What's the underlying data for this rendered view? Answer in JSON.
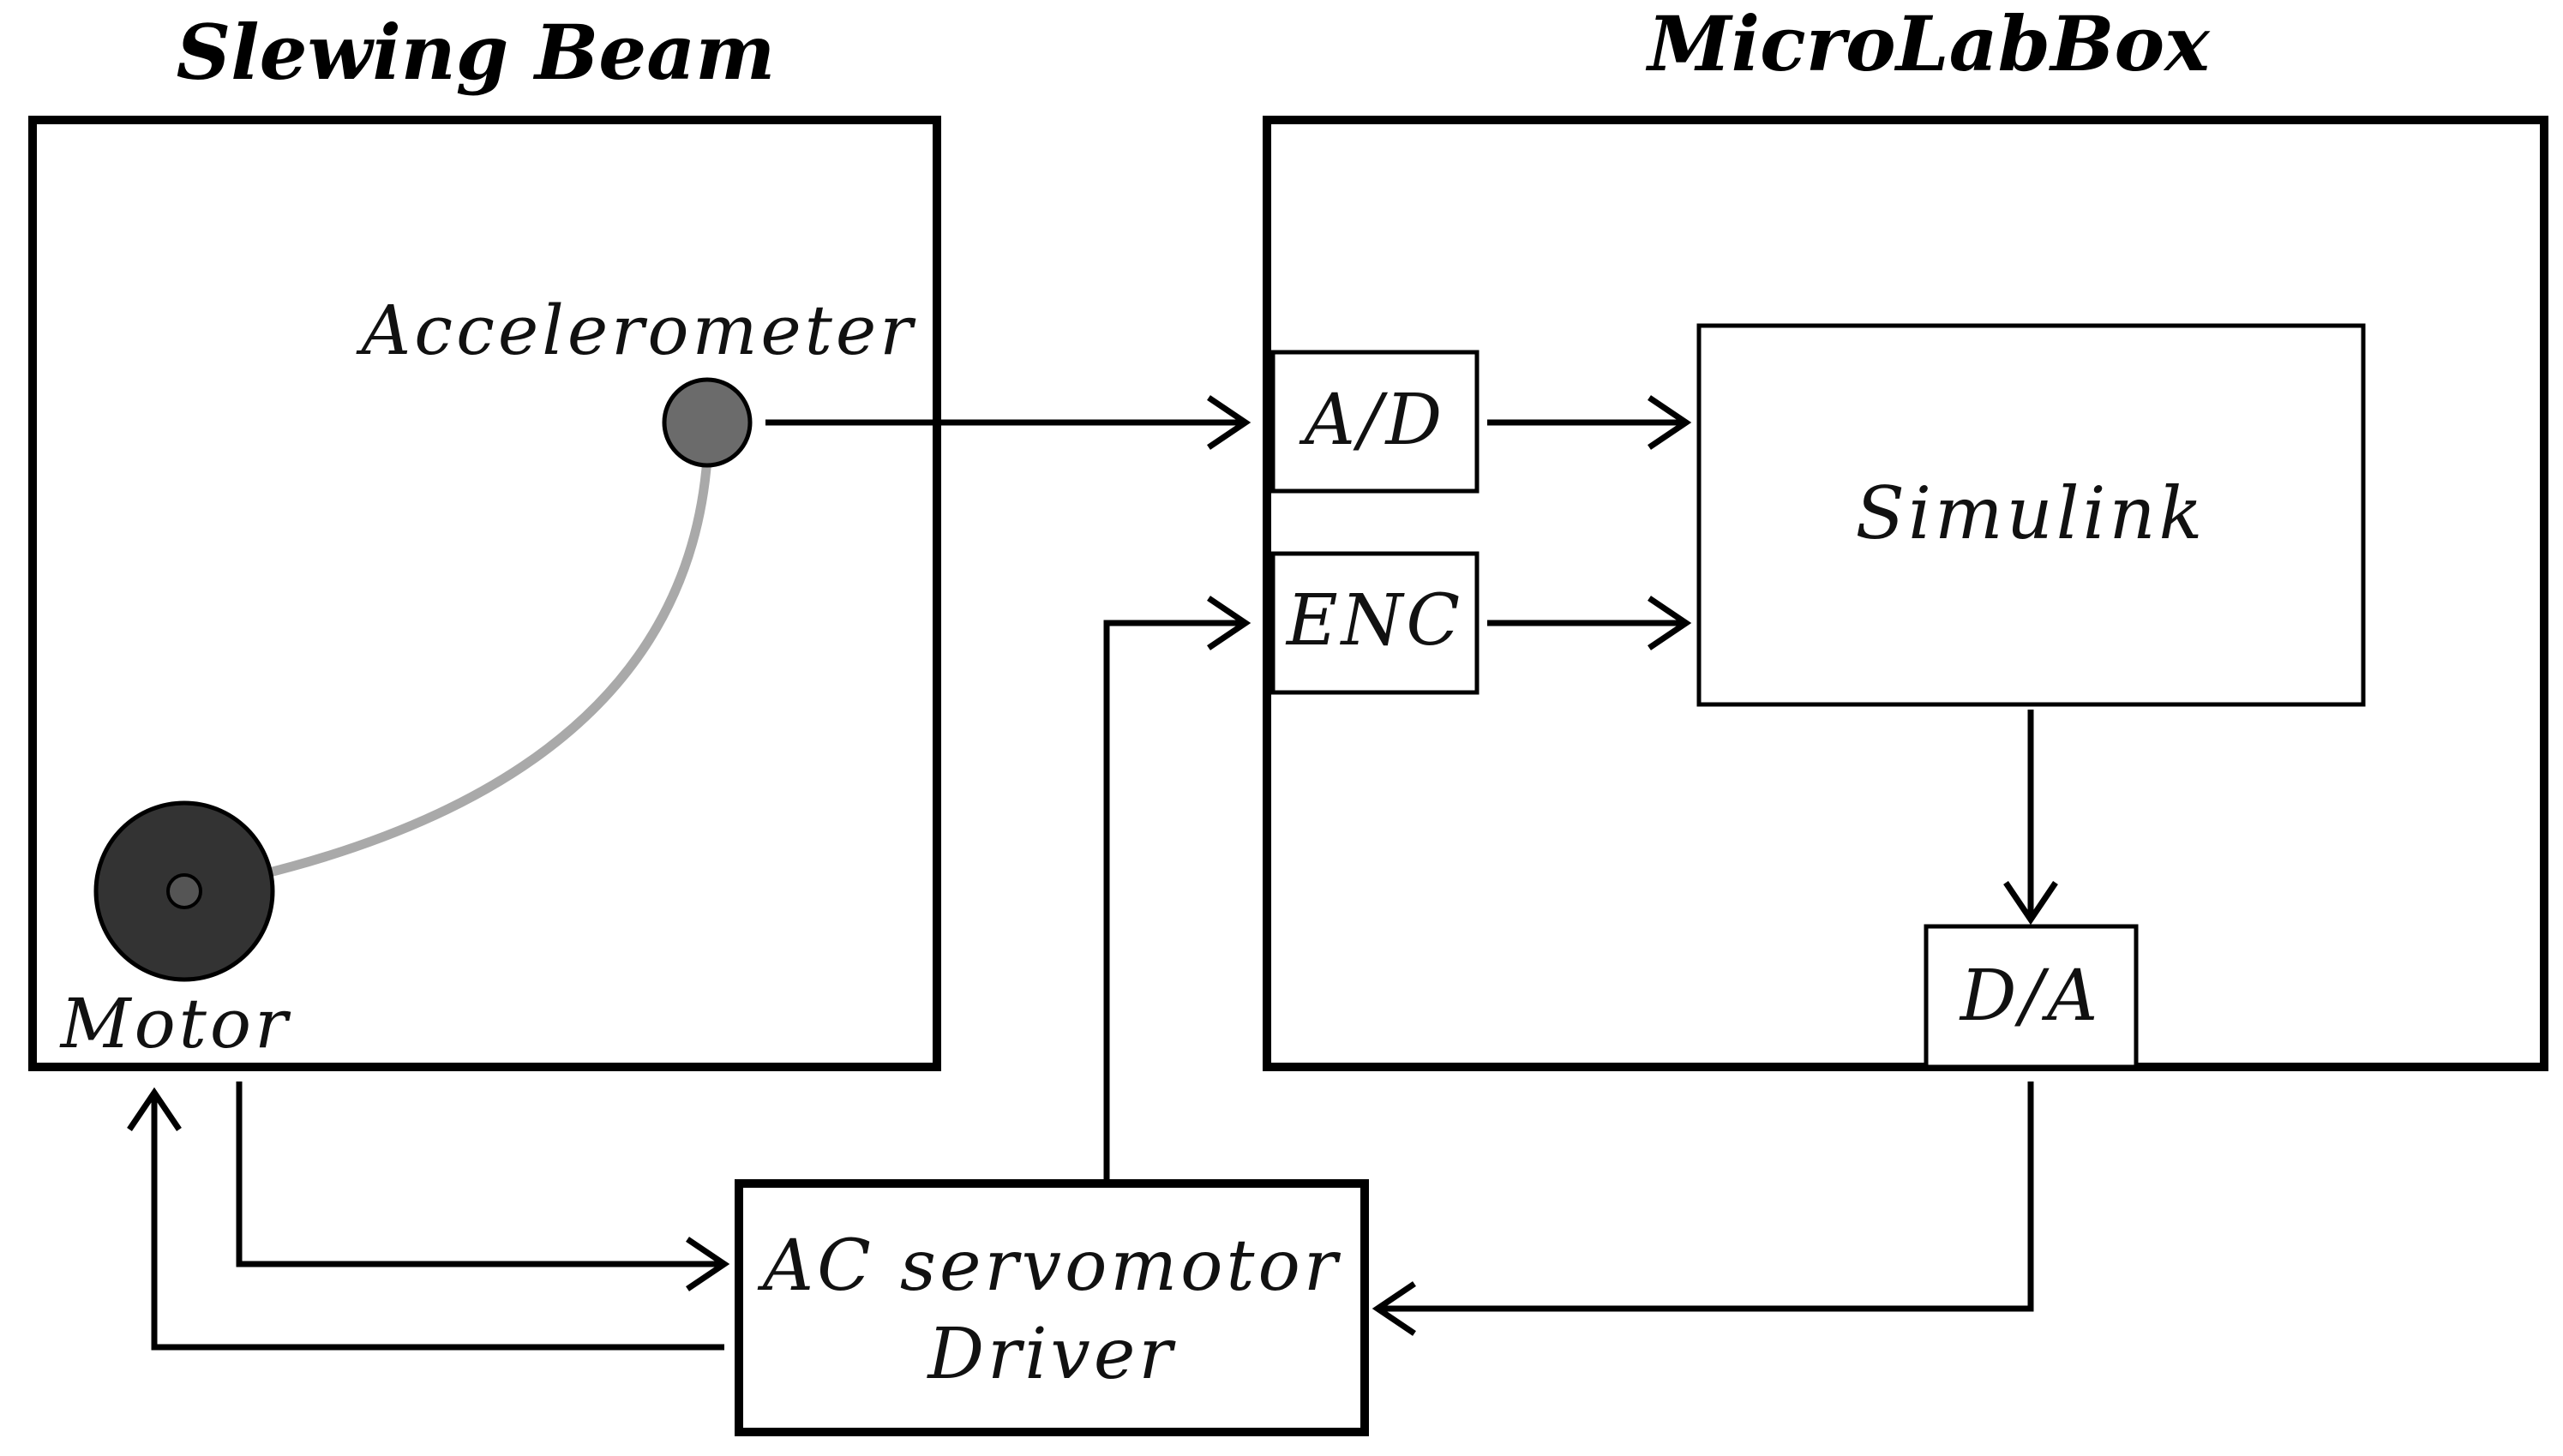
{
  "blocks": {
    "slewing_beam_title": "Slewing Beam",
    "microlabbox_title": "MicroLabBox",
    "accelerometer": "Accelerometer",
    "motor": "Motor",
    "ad": "A/D",
    "enc": "ENC",
    "simulink": "Simulink",
    "da": "D/A",
    "driver_line1": "AC servomotor",
    "driver_line2": "Driver"
  },
  "colors": {
    "line": "#000000",
    "beam": "#a9a9a9",
    "accelerometer_fill": "#6b6b6b",
    "motor_fill": "#333333",
    "hub_fill": "#555555"
  }
}
